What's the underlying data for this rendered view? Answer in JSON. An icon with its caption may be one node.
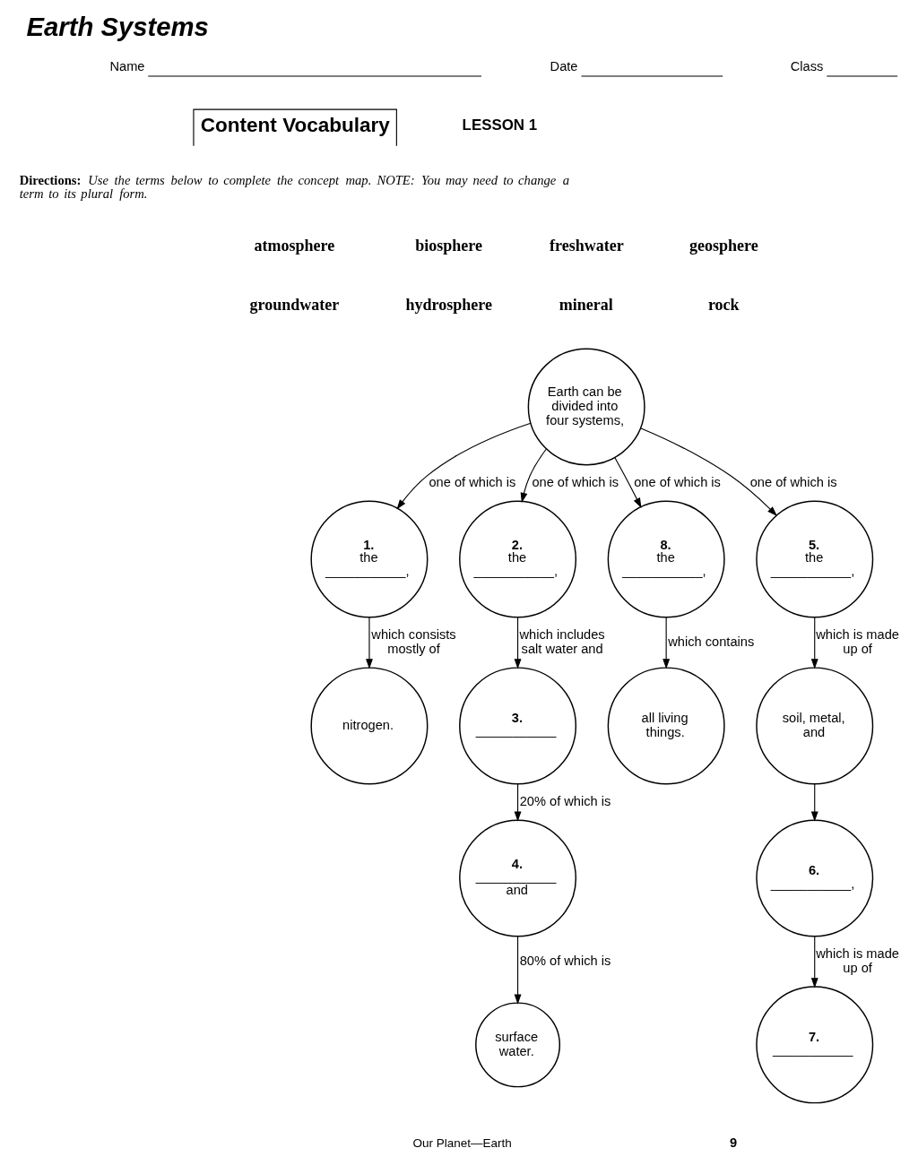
{
  "diagram": {
    "title": "Earth Systems",
    "nodes": [
      {
        "text": [
          "nitrogen."
        ]
      },
      {
        "text": [
          "3.",
          "___________"
        ]
      },
      {
        "text": [
          "4.",
          "___________",
          "and"
        ]
      },
      {
        "text": [
          "surface water."
        ]
      },
      {
        "text": [
          "1.",
          "the",
          "___________,"
        ]
      },
      {
        "text": [
          "2.",
          "the",
          "___________,"
        ]
      },
      {
        "text": [
          "Earth can be divided into four systems,"
        ]
      },
      {
        "text": [
          "8.",
          "the",
          "___________,"
        ]
      },
      {
        "text": [
          "5.",
          "the",
          "___________,"
        ]
      },
      {
        "text": [
          "all living things."
        ]
      },
      {
        "text": [
          "soil, metal, and"
        ]
      },
      {
        "text": [
          "6.",
          "___________,"
        ]
      },
      {
        "text": [
          "7.",
          "___________"
        ]
      }
    ],
    "edges": [
      {
        "from": 4,
        "to": 0,
        "arrow": "to",
        "label": "which consists mostly of"
      },
      {
        "from": 1,
        "to": 2,
        "arrow": "to",
        "label": "20% of which is"
      },
      {
        "from": 2,
        "to": 3,
        "arrow": "to",
        "label": "80% of which is"
      },
      {
        "from": 5,
        "to": 1,
        "arrow": "to",
        "label": "which includes salt water and"
      },
      {
        "from": 6,
        "to": 4,
        "arrow": "to",
        "label": "one of which is"
      },
      {
        "from": 6,
        "to": 5,
        "arrow": "to",
        "label": "one of which is"
      },
      {
        "from": 6,
        "to": 7,
        "arrow": "to",
        "label": "one of which is"
      },
      {
        "from": 6,
        "to": 8,
        "arrow": "to",
        "label": "one of which is"
      },
      {
        "from": 7,
        "to": 9,
        "arrow": "to",
        "label": "which contains"
      },
      {
        "from": 8,
        "to": 10,
        "arrow": "to",
        "label": "which is made up of"
      },
      {
        "from": 10,
        "to": 11,
        "arrow": "to"
      },
      {
        "from": 11,
        "to": 12,
        "arrow": "to",
        "label": "which is made up of"
      }
    ],
    "labels": [
      "Name",
      "Date",
      "Class",
      "Content Vocabulary",
      "LESSON 1",
      "**Directions:** Use the terms below to complete the concept map. NOTE: You may need to change a term to its plural form.",
      "atmosphere",
      "biosphere",
      "freshwater",
      "geosphere",
      "groundwater",
      "hydrosphere",
      "mineral",
      "rock",
      "Our Planet—Earth",
      "9"
    ]
  }
}
